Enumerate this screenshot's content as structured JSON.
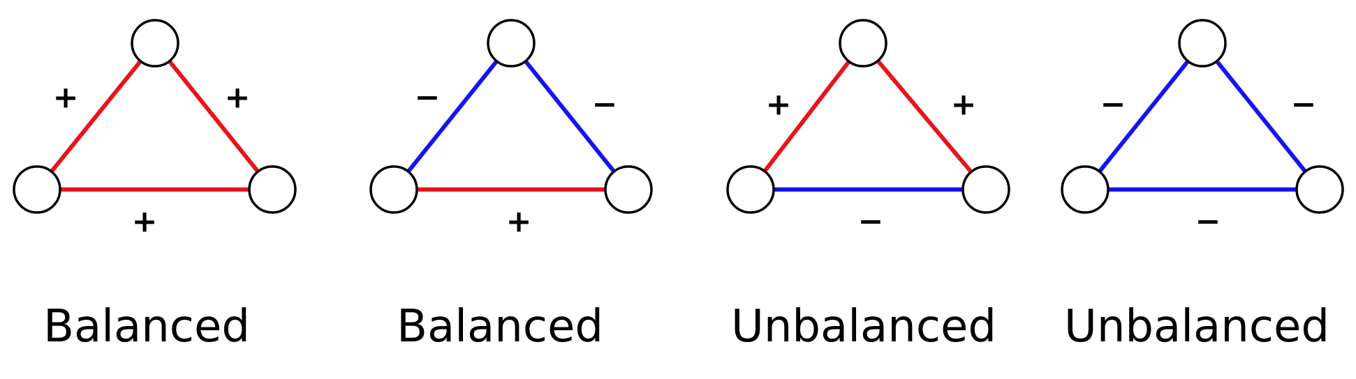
{
  "colors": {
    "positive_edge": "#e8141c",
    "negative_edge": "#1414f0",
    "node_fill": "#ffffff",
    "node_stroke": "#000000",
    "text": "#000000"
  },
  "triads": [
    {
      "label": "Balanced",
      "edges": {
        "left": {
          "sign": "positive",
          "symbol": "+"
        },
        "right": {
          "sign": "positive",
          "symbol": "+"
        },
        "bottom": {
          "sign": "positive",
          "symbol": "+"
        }
      }
    },
    {
      "label": "Balanced",
      "edges": {
        "left": {
          "sign": "negative",
          "symbol": "−"
        },
        "right": {
          "sign": "negative",
          "symbol": "−"
        },
        "bottom": {
          "sign": "positive",
          "symbol": "+"
        }
      }
    },
    {
      "label": "Unbalanced",
      "edges": {
        "left": {
          "sign": "positive",
          "symbol": "+"
        },
        "right": {
          "sign": "positive",
          "symbol": "+"
        },
        "bottom": {
          "sign": "negative",
          "symbol": "−"
        }
      }
    },
    {
      "label": "Unbalanced",
      "edges": {
        "left": {
          "sign": "negative",
          "symbol": "−"
        },
        "right": {
          "sign": "negative",
          "symbol": "−"
        },
        "bottom": {
          "sign": "negative",
          "symbol": "−"
        }
      }
    }
  ]
}
